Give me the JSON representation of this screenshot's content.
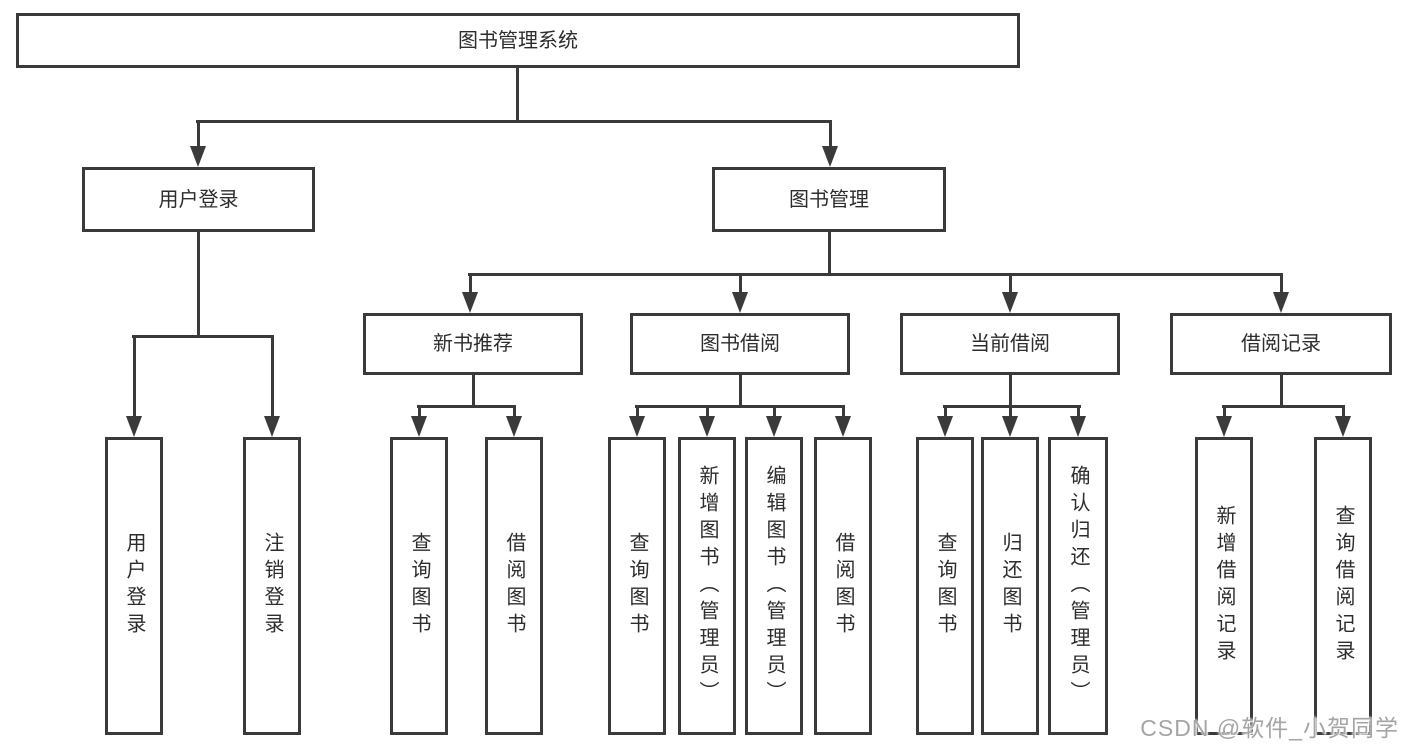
{
  "diagram_type": "hierarchy-tree",
  "tree": {
    "label": "图书管理系统",
    "children": [
      {
        "label": "用户登录",
        "children": [
          {
            "label": "用户登录"
          },
          {
            "label": "注销登录"
          }
        ]
      },
      {
        "label": "图书管理",
        "children": [
          {
            "label": "新书推荐",
            "children": [
              {
                "label": "查询图书"
              },
              {
                "label": "借阅图书"
              }
            ]
          },
          {
            "label": "图书借阅",
            "children": [
              {
                "label": "查询图书"
              },
              {
                "label": "新增图书（管理员）"
              },
              {
                "label": "编辑图书（管理员）"
              },
              {
                "label": "借阅图书"
              }
            ]
          },
          {
            "label": "当前借阅",
            "children": [
              {
                "label": "查询图书"
              },
              {
                "label": "归还图书"
              },
              {
                "label": "确认归还（管理员）"
              }
            ]
          },
          {
            "label": "借阅记录",
            "children": [
              {
                "label": "新增借阅记录"
              },
              {
                "label": "查询借阅记录"
              }
            ]
          }
        ]
      }
    ]
  },
  "watermark": {
    "text": "CSDN @软件_小贺同学"
  },
  "colors": {
    "line": "#3a3a3a",
    "text": "#2d2d2d",
    "watermark": "#a5a5a5",
    "background": "#ffffff"
  }
}
